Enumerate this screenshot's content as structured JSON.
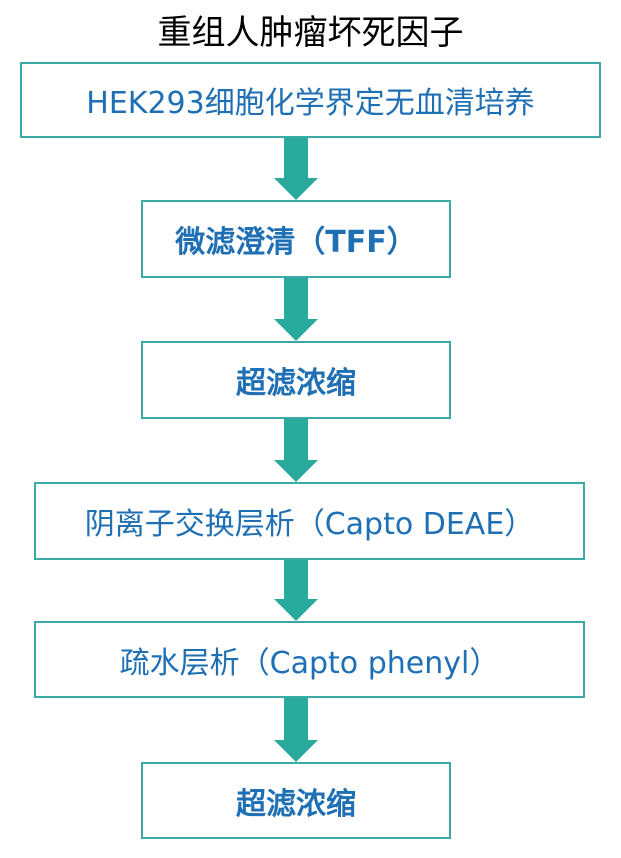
{
  "title": "重组人肿瘤坏死因子",
  "steps": [
    {
      "label": "HEK293细胞化学界定无血清培养"
    },
    {
      "label": "微滤澄清（TFF）"
    },
    {
      "label": "超滤浓缩"
    },
    {
      "label": "阴离子交换层析（Capto DEAE）"
    },
    {
      "label": "疏水层析（Capto phenyl）"
    },
    {
      "label": "超滤浓缩"
    }
  ],
  "colors": {
    "box_border": "#3aaaa5",
    "arrow": "#2aaa9d",
    "step_text": "#1f6fb5",
    "title_text": "#000000"
  }
}
